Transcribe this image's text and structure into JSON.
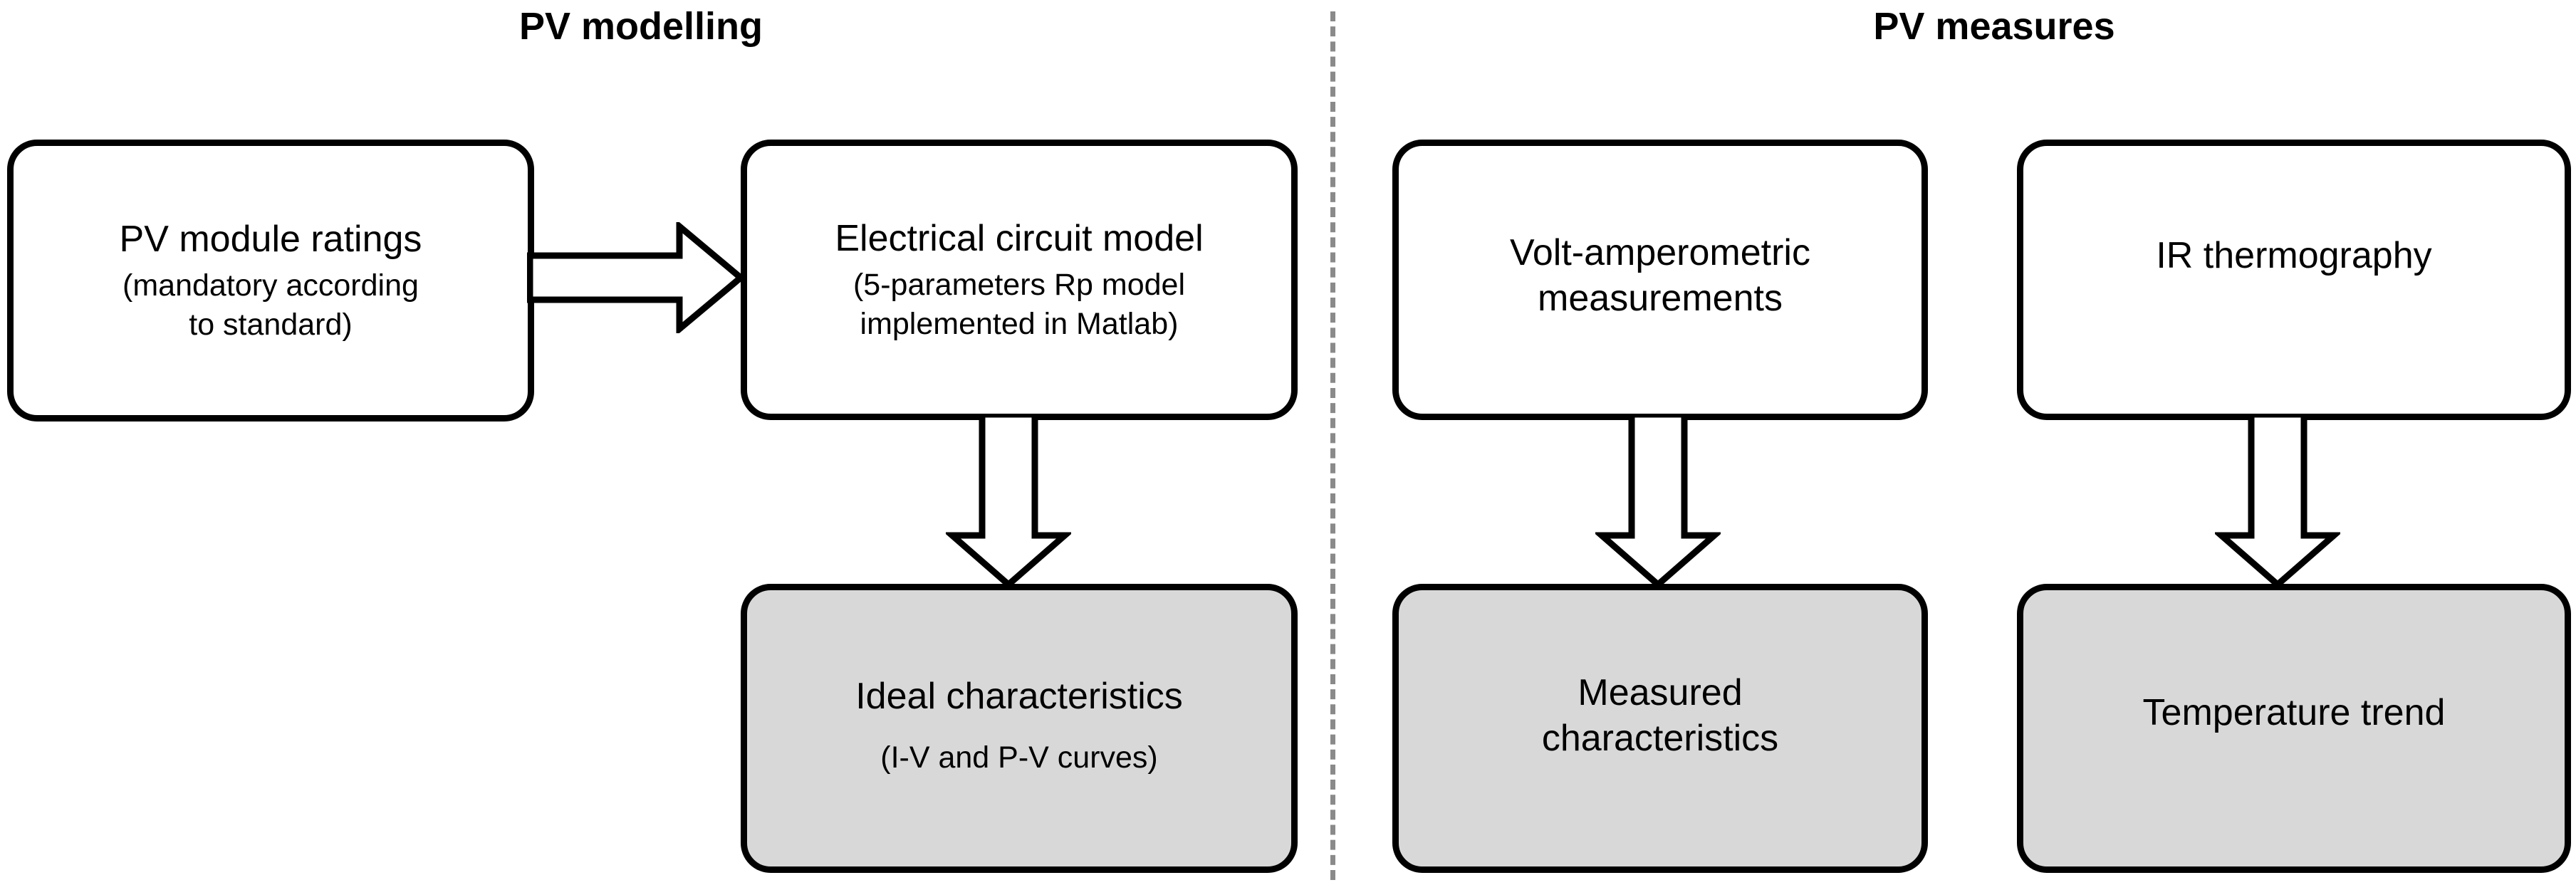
{
  "diagram": {
    "columns": [
      {
        "id": "pv-modelling",
        "title": "PV modelling"
      },
      {
        "id": "pv-measures",
        "title": "PV measures"
      }
    ],
    "divider": {
      "style": "dashed-vertical",
      "color": "#8a8a8a"
    },
    "colors": {
      "outline": "#000000",
      "node_fill_default": "#ffffff",
      "node_fill_shaded": "#d8d8d8",
      "divider": "#8a8a8a",
      "arrow_fill": "#ffffff",
      "arrow_outline": "#000000"
    },
    "nodes": [
      {
        "id": "pv-module-ratings",
        "column": "pv-modelling",
        "shaded": false,
        "title": "PV module ratings",
        "subtitle_lines": [
          "(mandatory according",
          "to standard)"
        ]
      },
      {
        "id": "electrical-circuit-model",
        "column": "pv-modelling",
        "shaded": false,
        "title": "Electrical circuit model",
        "subtitle_lines": [
          "(5-parameters Rp model",
          "implemented in Matlab)"
        ]
      },
      {
        "id": "ideal-characteristics",
        "column": "pv-modelling",
        "shaded": true,
        "title": "Ideal characteristics",
        "subtitle_lines": [
          "(I-V and P-V curves)"
        ]
      },
      {
        "id": "volt-amperometric-measurements",
        "column": "pv-measures",
        "shaded": false,
        "title_lines": [
          "Volt-amperometric",
          "measurements"
        ]
      },
      {
        "id": "measured-characteristics",
        "column": "pv-measures",
        "shaded": true,
        "title_lines": [
          "Measured",
          "characteristics"
        ]
      },
      {
        "id": "ir-thermography",
        "column": "pv-measures",
        "shaded": false,
        "title_lines": [
          "IR thermography"
        ]
      },
      {
        "id": "temperature-trend",
        "column": "pv-measures",
        "shaded": true,
        "title_lines": [
          "Temperature trend"
        ]
      }
    ],
    "edges": [
      {
        "id": "ratings-to-circuit",
        "from": "pv-module-ratings",
        "to": "electrical-circuit-model",
        "direction": "right"
      },
      {
        "id": "circuit-to-ideal",
        "from": "electrical-circuit-model",
        "to": "ideal-characteristics",
        "direction": "down"
      },
      {
        "id": "voltamp-to-measured",
        "from": "volt-amperometric-measurements",
        "to": "measured-characteristics",
        "direction": "down"
      },
      {
        "id": "irthermo-to-temptrend",
        "from": "ir-thermography",
        "to": "temperature-trend",
        "direction": "down"
      }
    ],
    "text": {
      "title_modelling": "PV modelling",
      "title_measures": "PV measures",
      "ratings_title": "PV module ratings",
      "ratings_sub1": "(mandatory according",
      "ratings_sub2": "to standard)",
      "circuit_title": "Electrical circuit model",
      "circuit_sub1": "(5-parameters Rp model",
      "circuit_sub2": "implemented in Matlab)",
      "ideal_title": "Ideal characteristics",
      "ideal_sub1": "(I-V and P-V curves)",
      "voltamp_line1": "Volt-amperometric",
      "voltamp_line2": "measurements",
      "measured_line1": "Measured",
      "measured_line2": "characteristics",
      "irthermo_line1": "IR thermography",
      "temptrend_line1": "Temperature trend"
    }
  }
}
